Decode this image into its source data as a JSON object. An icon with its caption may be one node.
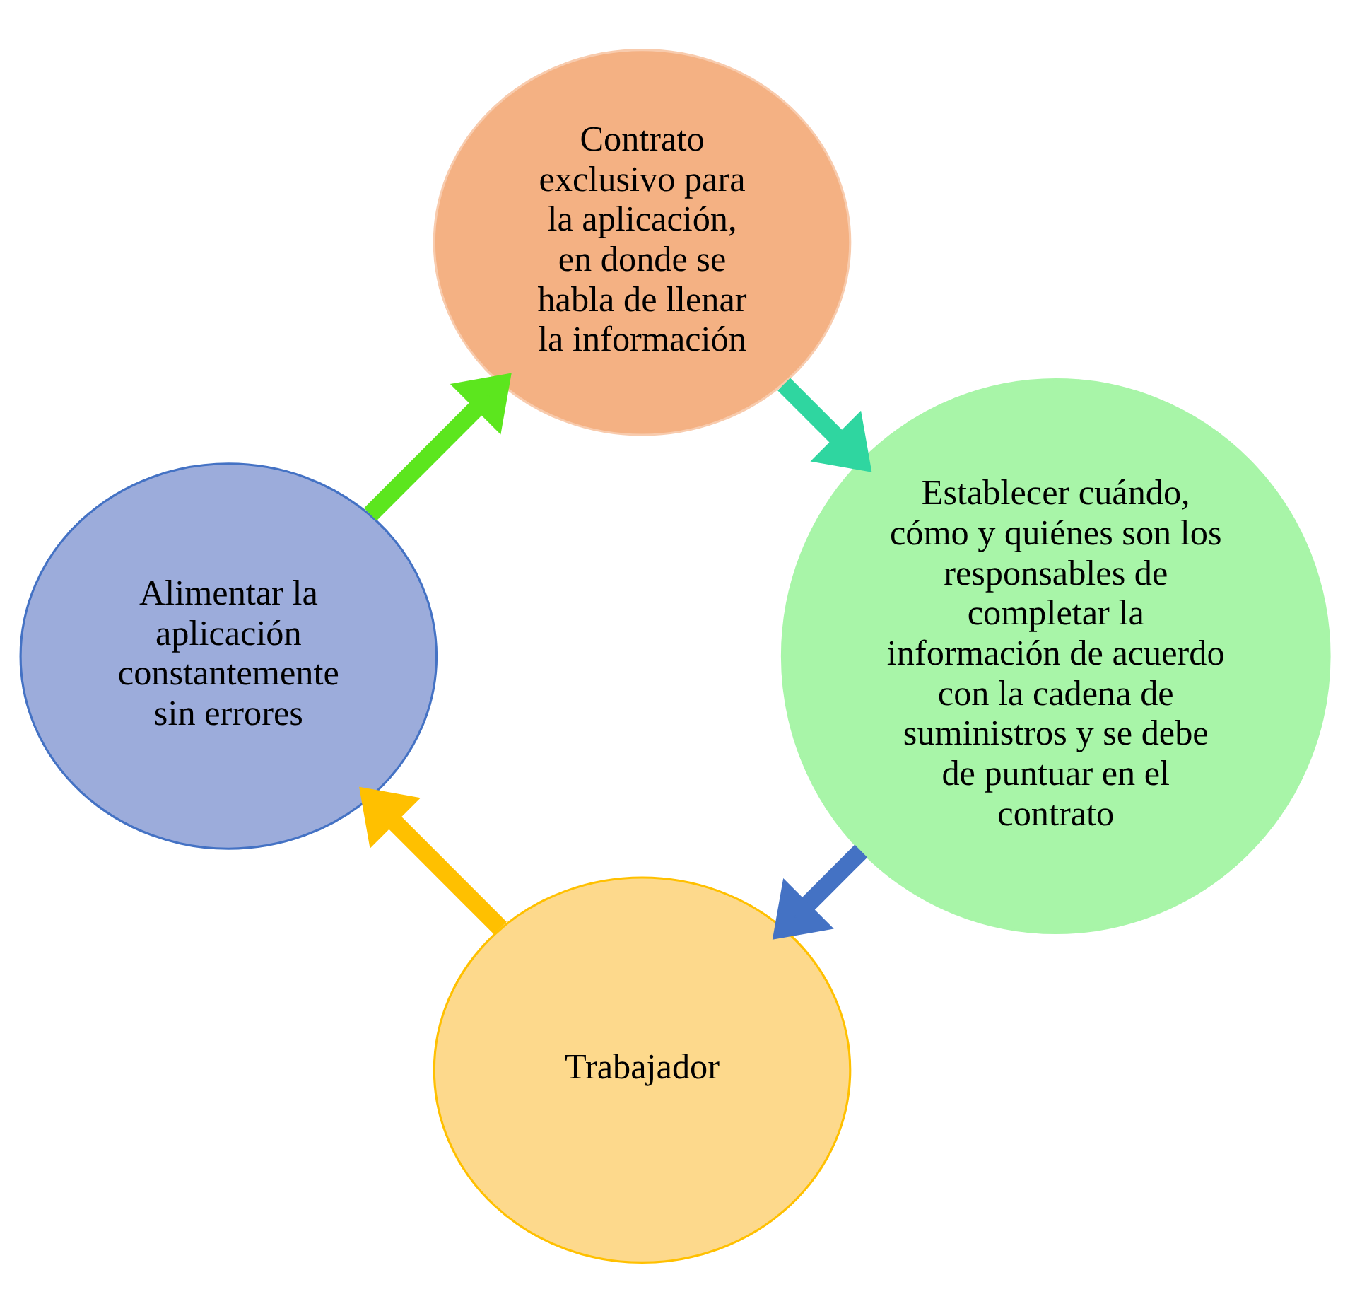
{
  "diagram": {
    "nodes": [
      {
        "text": [
          "Trabajador"
        ]
      },
      {
        "text": [
          "Establecer cuándo, cómo y quiénes son los responsables de completar la información de acuerdo con la cadena de suministros y se debe de puntuar en el contrato"
        ]
      },
      {
        "text": [
          "Alimentar la aplicación constantemente sin errores"
        ]
      },
      {
        "text": [
          "Contrato exclusivo para la aplicación, en donde se habla de llenar la información"
        ]
      }
    ],
    "edges": [
      {
        "from": 0,
        "to": 2,
        "arrow": "to",
        "color": "#ffc000"
      },
      {
        "from": 2,
        "to": 3,
        "arrow": "to",
        "color": "#5ce61e"
      },
      {
        "from": 3,
        "to": 1,
        "arrow": "to",
        "color": "#2fd6a0"
      },
      {
        "from": 1,
        "to": 0,
        "arrow": "to",
        "color": "#4472c4"
      }
    ]
  }
}
